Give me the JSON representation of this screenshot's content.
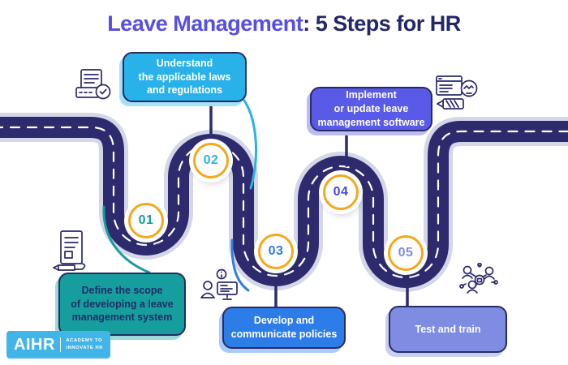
{
  "title": {
    "highlight": "Leave Management",
    "suffix": ": 5 Steps for HR"
  },
  "colors": {
    "title_highlight": "#574fe0",
    "title_text": "#232768",
    "road": "#2e2a6e",
    "road_casing": "#d5d6e8",
    "road_dash": "#ffffff",
    "badge_ring": "#f3a81d",
    "outline_icon": "#2b2a6b",
    "logo_bg": "#41b5e7"
  },
  "steps": [
    {
      "number": "01",
      "lines": [
        "Define the scope",
        "of developing a leave",
        "management system"
      ],
      "color": "#169d9d",
      "shadow": "#9ed9d9",
      "text_color": "#1d2f66",
      "number_color": "#169d9d",
      "icon": "document-pen-icon"
    },
    {
      "number": "02",
      "lines": [
        "Understand",
        "the applicable laws",
        "and regulations"
      ],
      "color": "#29b2ea",
      "shadow": "#a5e2f8",
      "text_color": "#ffffff",
      "number_color": "#29b2ea",
      "icon": "document-check-icon"
    },
    {
      "number": "03",
      "lines": [
        "Develop and",
        "communicate policies"
      ],
      "color": "#2d7de9",
      "shadow": "#a9c9f6",
      "text_color": "#ffffff",
      "number_color": "#2d7de9",
      "icon": "presenter-screen-icon"
    },
    {
      "number": "04",
      "lines": [
        "Implement",
        "or update leave",
        "management software"
      ],
      "color": "#5a5ae8",
      "shadow": "#bcbcf5",
      "text_color": "#ffffff",
      "number_color": "#4c49d8",
      "icon": "software-bulb-icon"
    },
    {
      "number": "05",
      "lines": [
        "Test and train"
      ],
      "color": "#7e8ce2",
      "shadow": "#c8cff2",
      "text_color": "#ffffff",
      "number_color": "#7e8ce2",
      "icon": "team-network-icon"
    }
  ],
  "logo": {
    "brand": "AIHR",
    "tagline": [
      "ACADEMY TO",
      "INNOVATE HR"
    ]
  }
}
